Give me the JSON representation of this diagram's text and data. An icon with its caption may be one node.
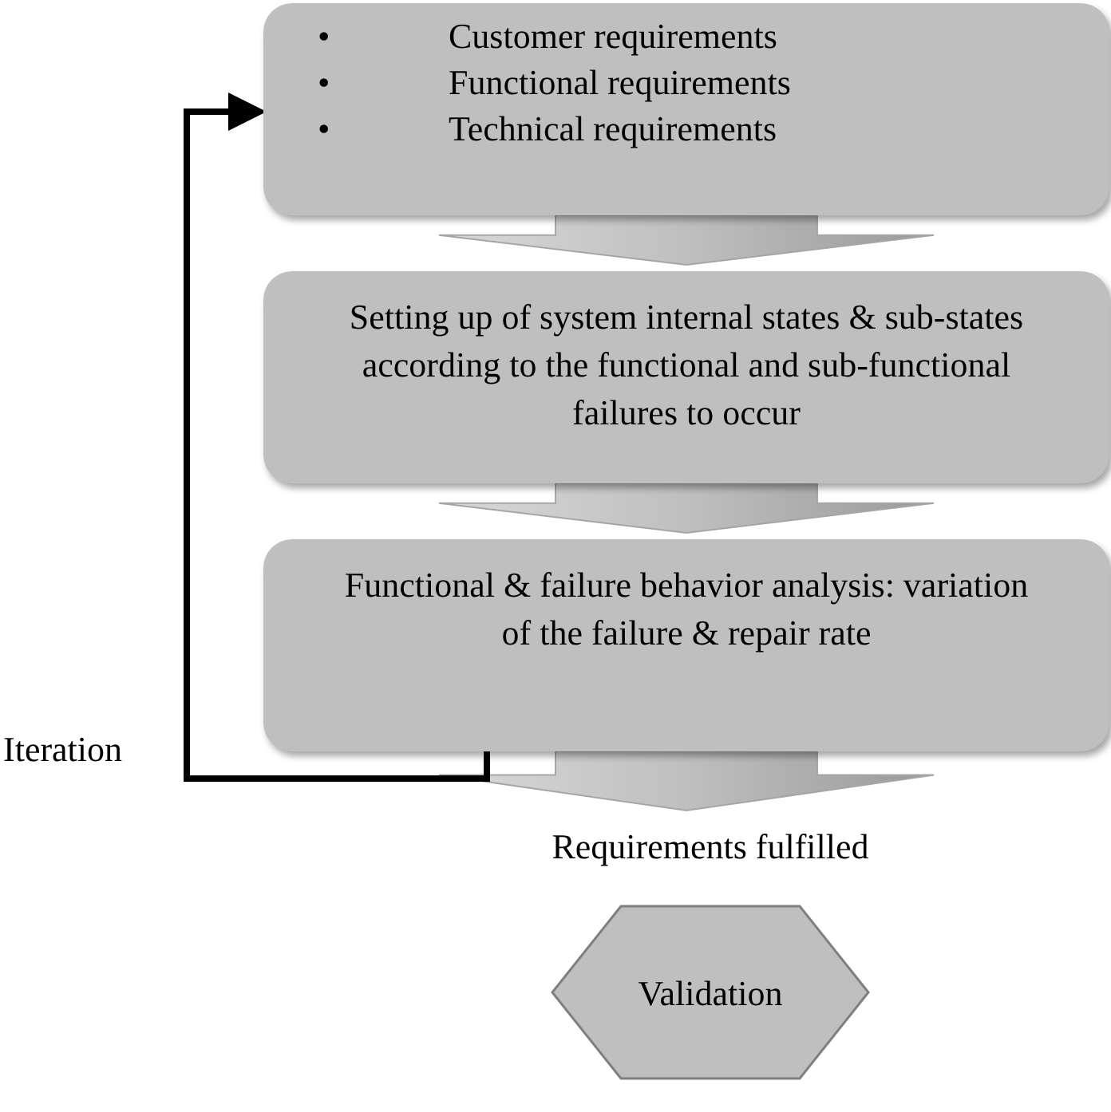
{
  "diagram": {
    "nodes": [
      {
        "text": [
          "•",
          "Customer requirements",
          "•",
          "Functional requirements",
          "•",
          "Technical requirements"
        ]
      },
      {
        "text": [
          "Setting up of system internal states & sub-states according to the functional and sub-functional failures to occur"
        ]
      },
      {
        "text": [
          "Functional & failure behavior analysis: variation of the failure & repair rate"
        ]
      },
      {
        "text": [
          "Requirements fulfilled"
        ]
      },
      {
        "text": [
          "Validation"
        ]
      }
    ],
    "edges": [
      {
        "from": 0,
        "to": 1,
        "arrow": "to"
      },
      {
        "from": 1,
        "to": 2,
        "arrow": "to"
      },
      {
        "from": 2,
        "to": 3,
        "arrow": "to"
      },
      {
        "from": 2,
        "to": 0,
        "arrow": "to",
        "label": "Iteration"
      }
    ]
  }
}
